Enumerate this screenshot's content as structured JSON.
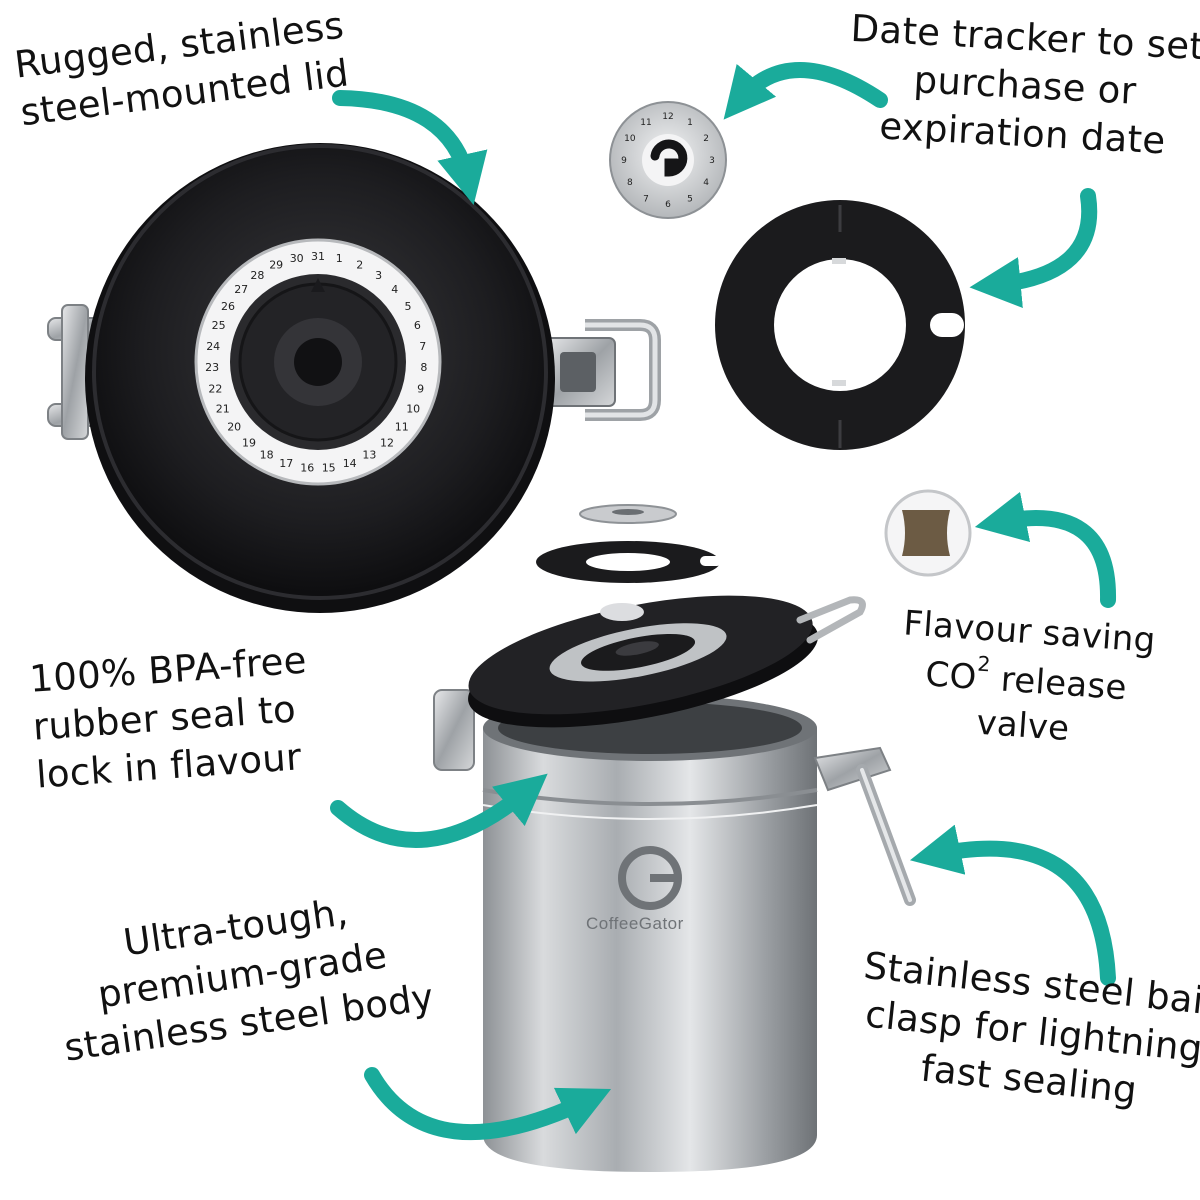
{
  "callouts": {
    "lid": [
      "Rugged, stainless",
      "steel-mounted lid"
    ],
    "date_tracker": [
      "Date tracker to set",
      "purchase or",
      "expiration date"
    ],
    "seal": [
      "100% BPA-free",
      "rubber seal to",
      "lock in flavour"
    ],
    "valve": {
      "line1": "Flavour saving",
      "line2_prefix": "CO",
      "line2_sup": "2",
      "line2_suffix": " release",
      "line3": "valve"
    },
    "body": [
      "Ultra-tough,",
      "premium-grade",
      "stainless steel body"
    ],
    "clasp": [
      "Stainless steel bail",
      "clasp for lightning",
      "fast sealing"
    ]
  },
  "brand_name": "CoffeeGator",
  "colors": {
    "arrow": "#1aab9b",
    "lid_black": "#1b1b1d",
    "steel": "#b9bcbf",
    "background": "#ffffff"
  }
}
